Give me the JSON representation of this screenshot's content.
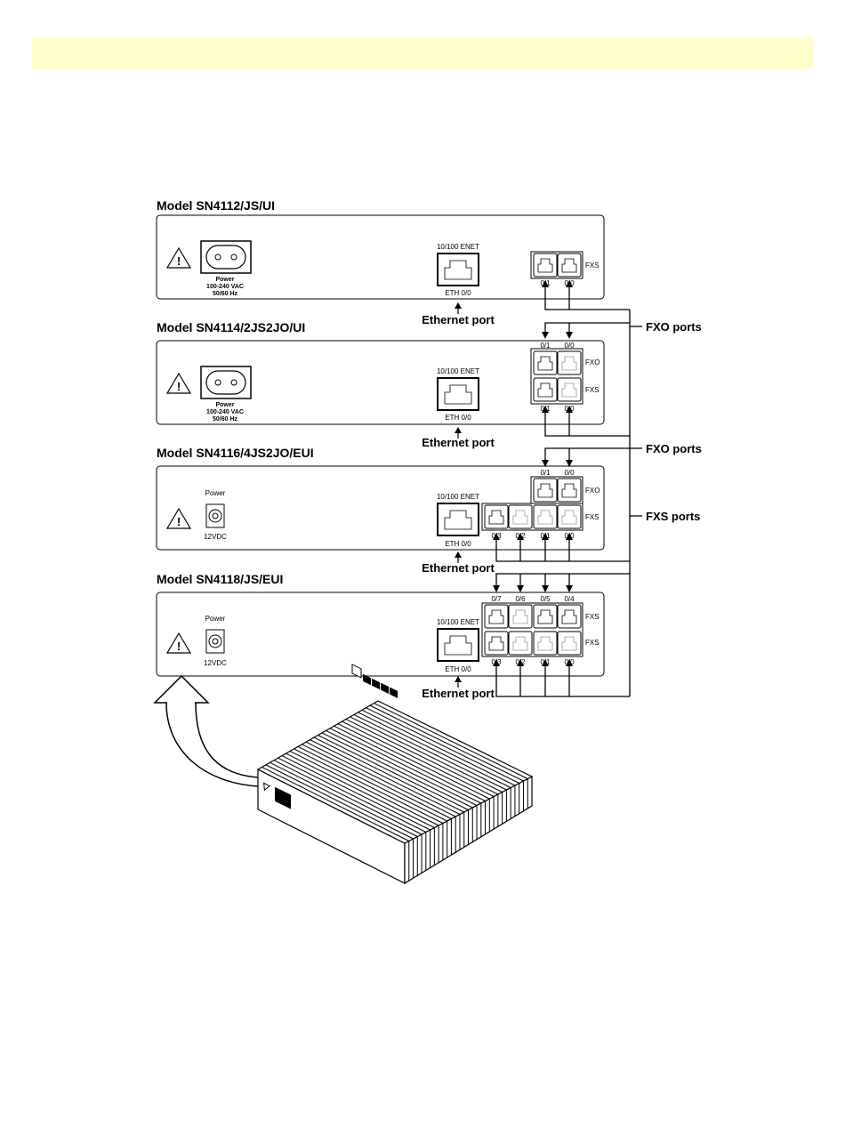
{
  "models": [
    {
      "name": "Model  SN4112/JS/UI"
    },
    {
      "name": "Model  SN4114/2JS2JO/UI"
    },
    {
      "name": "Model  SN4116/4JS2JO/EUI"
    },
    {
      "name": "Model  SN4118/JS/EUI"
    }
  ],
  "ac_power": {
    "label": "Power",
    "voltage": "100-240 VAC",
    "frequency": "50/60 Hz"
  },
  "dc_power": {
    "label": "Power",
    "voltage": "12VDC"
  },
  "enet": {
    "label": "10/100 ENET",
    "port_label": "ETH 0/0"
  },
  "callouts": {
    "ethernet_port": "Ethernet port",
    "fxo_ports": "FXO ports",
    "fxs_ports": "FXS ports"
  },
  "port_groups": {
    "fxs": "FXS",
    "fxo": "FXO"
  },
  "port_numbers": {
    "p0": "0/0",
    "p1": "0/1",
    "p2": "0/2",
    "p3": "0/3",
    "p4": "0/4",
    "p5": "0/5",
    "p6": "0/6",
    "p7": "0/7"
  },
  "colors": {
    "header_band": "#ffffcc",
    "line": "#000000",
    "panel_fill": "#ffffff"
  }
}
